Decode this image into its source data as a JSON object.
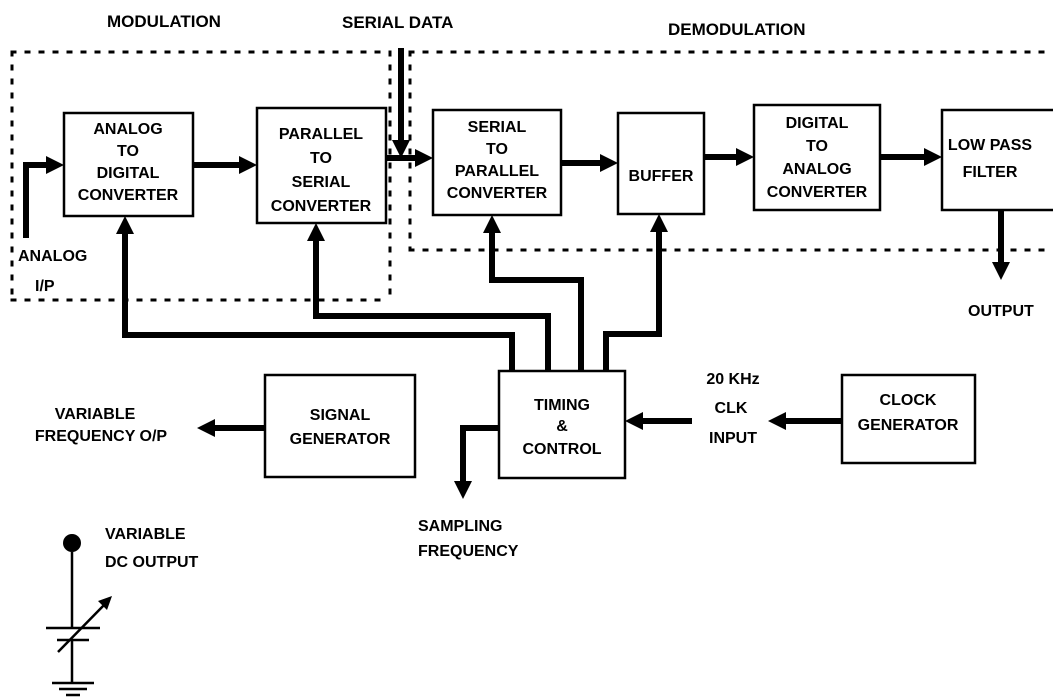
{
  "sections": {
    "modulation": "MODULATION",
    "serial_data": "SERIAL DATA",
    "demodulation": "DEMODULATION"
  },
  "blocks": {
    "adc": [
      "ANALOG",
      "TO",
      "DIGITAL",
      "CONVERTER"
    ],
    "p2s": [
      "PARALLEL",
      "TO",
      "SERIAL",
      "CONVERTER"
    ],
    "s2p": [
      "SERIAL",
      "TO",
      "PARALLEL",
      "CONVERTER"
    ],
    "buffer": [
      "BUFFER"
    ],
    "dac": [
      "DIGITAL",
      "TO",
      "ANALOG",
      "CONVERTER"
    ],
    "lpf": [
      "LOW PASS",
      "FILTER"
    ],
    "timing": [
      "TIMING",
      "&",
      "CONTROL"
    ],
    "signal_gen": [
      "SIGNAL",
      "GENERATOR"
    ],
    "clock_gen": [
      "CLOCK",
      "GENERATOR"
    ]
  },
  "labels": {
    "analog_ip": [
      "ANALOG",
      "I/P"
    ],
    "output": "OUTPUT",
    "clk_input": [
      "20 KHz",
      "CLK",
      "INPUT"
    ],
    "variable_freq": [
      "VARIABLE",
      "FREQUENCY O/P"
    ],
    "sampling_freq": [
      "SAMPLING",
      "FREQUENCY"
    ],
    "variable_dc": [
      "VARIABLE",
      "DC OUTPUT"
    ]
  },
  "colors": {
    "ink": "#000000",
    "background": "#ffffff"
  }
}
